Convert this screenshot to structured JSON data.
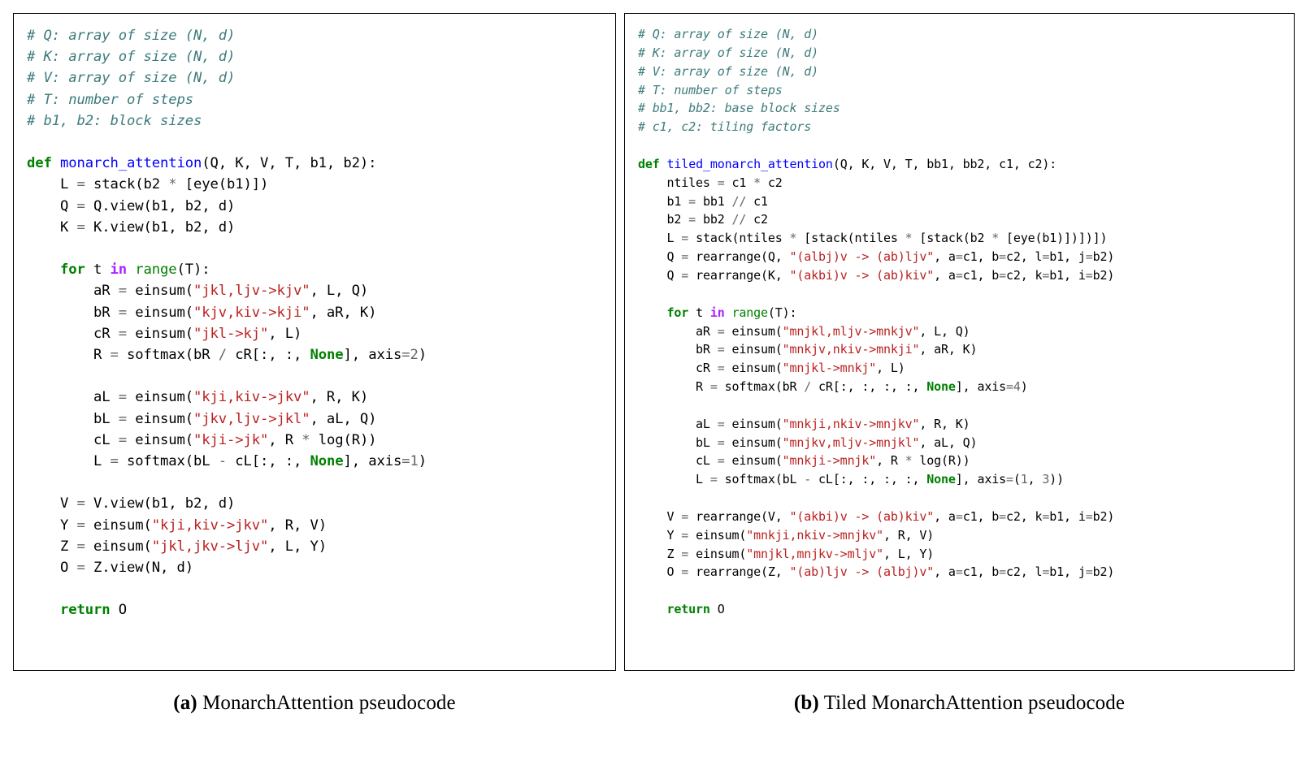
{
  "figure": {
    "panels": [
      {
        "id": "panel-a",
        "caption_label": "(a)",
        "caption_text": "MonarchAttention pseudocode",
        "language": "python",
        "code_lines": [
          "# Q: array of size (N, d)",
          "# K: array of size (N, d)",
          "# V: array of size (N, d)",
          "# T: number of steps",
          "# b1, b2: block sizes",
          "",
          "def monarch_attention(Q, K, V, T, b1, b2):",
          "    L = stack(b2 * [eye(b1)])",
          "    Q = Q.view(b1, b2, d)",
          "    K = K.view(b1, b2, d)",
          "",
          "    for t in range(T):",
          "        aR = einsum(\"jkl,ljv->kjv\", L, Q)",
          "        bR = einsum(\"kjv,kiv->kji\", aR, K)",
          "        cR = einsum(\"jkl->kj\", L)",
          "        R = softmax(bR / cR[:, :, None], axis=2)",
          "",
          "        aL = einsum(\"kji,kiv->jkv\", R, K)",
          "        bL = einsum(\"jkv,ljv->jkl\", aL, Q)",
          "        cL = einsum(\"kji->jk\", R * log(R))",
          "        L = softmax(bL - cL[:, :, None], axis=1)",
          "",
          "    V = V.view(b1, b2, d)",
          "    Y = einsum(\"kji,kiv->jkv\", R, V)",
          "    Z = einsum(\"jkl,jkv->ljv\", L, Y)",
          "    O = Z.view(N, d)",
          "",
          "    return O"
        ]
      },
      {
        "id": "panel-b",
        "caption_label": "(b)",
        "caption_text": "Tiled MonarchAttention pseudocode",
        "language": "python",
        "code_lines": [
          "# Q: array of size (N, d)",
          "# K: array of size (N, d)",
          "# V: array of size (N, d)",
          "# T: number of steps",
          "# bb1, bb2: base block sizes",
          "# c1, c2: tiling factors",
          "",
          "def tiled_monarch_attention(Q, K, V, T, bb1, bb2, c1, c2):",
          "    ntiles = c1 * c2",
          "    b1 = bb1 // c1",
          "    b2 = bb2 // c2",
          "    L = stack(ntiles * [stack(ntiles * [stack(b2 * [eye(b1)])])])",
          "    Q = rearrange(Q, \"(albj)v -> (ab)ljv\", a=c1, b=c2, l=b1, j=b2)",
          "    Q = rearrange(K, \"(akbi)v -> (ab)kiv\", a=c1, b=c2, k=b1, i=b2)",
          "",
          "    for t in range(T):",
          "        aR = einsum(\"mnjkl,mljv->mnkjv\", L, Q)",
          "        bR = einsum(\"mnkjv,nkiv->mnkji\", aR, K)",
          "        cR = einsum(\"mnjkl->mnkj\", L)",
          "        R = softmax(bR / cR[:, :, :, :, None], axis=4)",
          "",
          "        aL = einsum(\"mnkji,nkiv->mnjkv\", R, K)",
          "        bL = einsum(\"mnjkv,mljv->mnjkl\", aL, Q)",
          "        cL = einsum(\"mnkji->mnjk\", R * log(R))",
          "        L = softmax(bL - cL[:, :, :, :, None], axis=(1, 3))",
          "",
          "    V = rearrange(V, \"(akbi)v -> (ab)kiv\", a=c1, b=c2, k=b1, i=b2)",
          "    Y = einsum(\"mnkji,nkiv->mnjkv\", R, V)",
          "    Z = einsum(\"mnjkl,mnjkv->mljv\", L, Y)",
          "    O = rearrange(Z, \"(ab)ljv -> (albj)v\", a=c1, b=c2, l=b1, j=b2)",
          "",
          "    return O"
        ]
      }
    ]
  },
  "colors": {
    "comment": "#3d7b7b",
    "keyword": "#008000",
    "operator_word": "#aa22ff",
    "function_name": "#0000ff",
    "string": "#ba2121",
    "constant": "#008000",
    "number": "#666666",
    "text": "#000000",
    "border": "#000000",
    "background": "#ffffff"
  }
}
